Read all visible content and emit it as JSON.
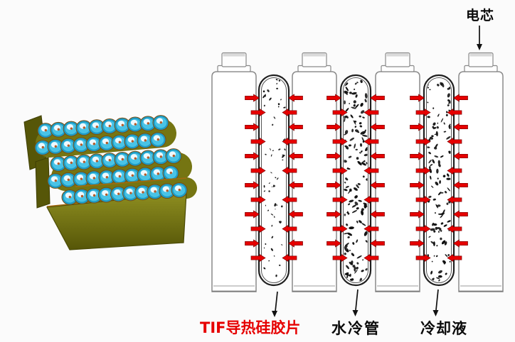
{
  "labels": {
    "cell": "电芯",
    "thermal_pad": "TIF导热硅胶片",
    "water_tube": "水冷管",
    "coolant": "冷却液"
  },
  "colors": {
    "background": "#fbfbfb",
    "thermal_pad_label": "#e60000",
    "label_text": "#0a0a0a",
    "heat_arrow_fill": "#e60000",
    "heat_arrow_stroke": "#7a0000",
    "tube_outline": "#1f1f1f",
    "tube_inner_line": "#555555",
    "cell_outline": "#8a8a8a",
    "terminal_top_shade": "#d9d9d9",
    "coolant_speckle": "#0d0d0d",
    "annotation_arrow": "#111111",
    "plate_olive": "#757512",
    "plate_olive_dark": "#565608",
    "plate_olive_light": "#8e8e20",
    "plate_rim_orange": "#a5690f",
    "module_cell_cyan": "#1d9cc6",
    "module_cell_cyan_light": "#49c3e6",
    "module_cell_gloss": "#eef9ff",
    "module_cell_dot": "#b45a28"
  },
  "structure": {
    "cell_count": 4,
    "cooling_tube_count": 3,
    "arrow_rows_per_tube": 12,
    "module_cell_rows": 5,
    "module_cells_per_row": 10
  }
}
